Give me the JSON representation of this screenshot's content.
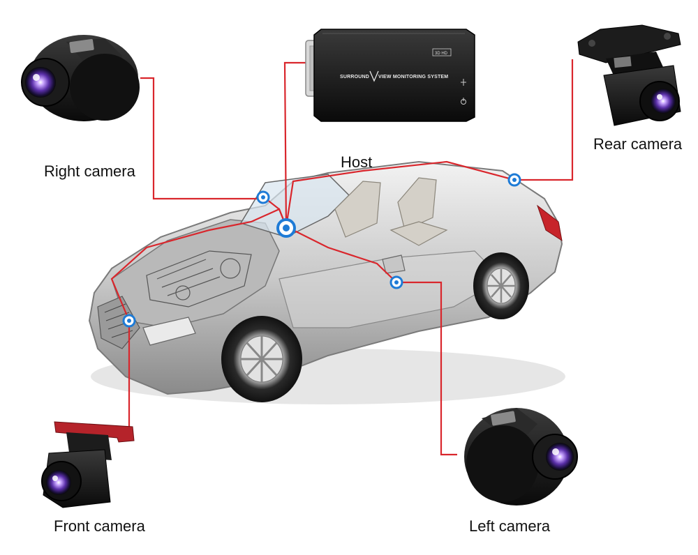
{
  "labels": {
    "host": "Host",
    "right_camera": "Right camera",
    "rear_camera": "Rear camera",
    "front_camera": "Front camera",
    "left_camera": "Left camera"
  },
  "host_device": {
    "title_part1": "SURROUND",
    "title_part2": "VIEW MONITORING SYSTEM",
    "badge": "3D HD"
  },
  "colors": {
    "wire": "#d9262c",
    "connector": "#1e7bd6",
    "device": "#1a1a1a"
  },
  "icons": [
    "camera-lens-icon",
    "usb-icon",
    "power-icon",
    "connector-dot-icon"
  ]
}
